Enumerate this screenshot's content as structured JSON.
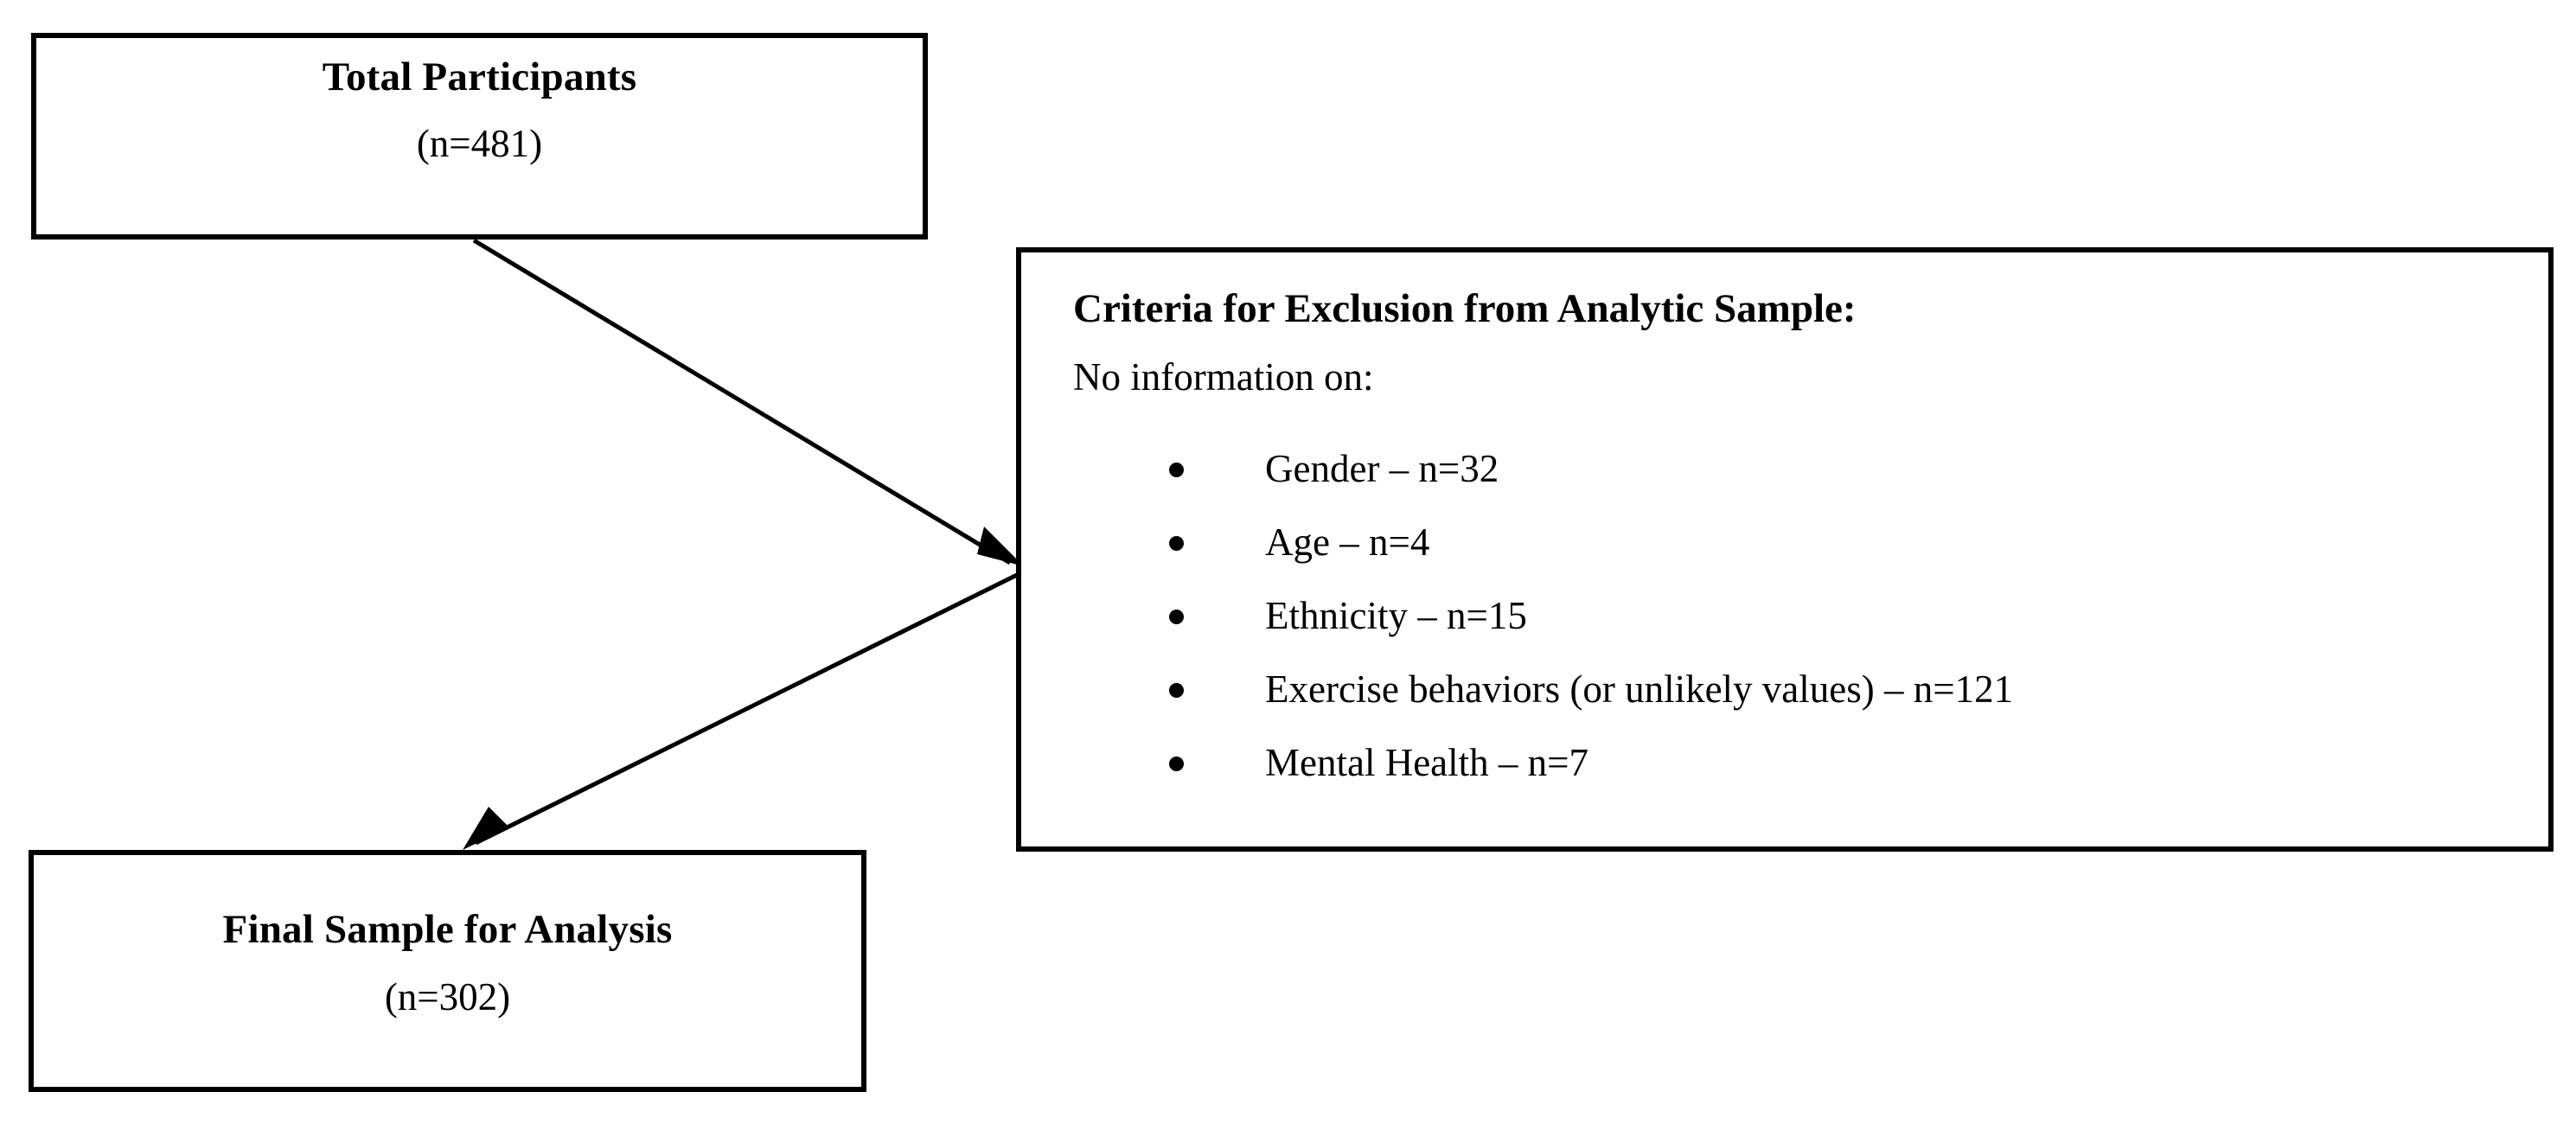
{
  "diagram": {
    "type": "participant-flow-chart",
    "background_color": "#ffffff",
    "line_color": "#000000",
    "boxes": {
      "total_participants": {
        "title": "Total Participants",
        "count": "(n=481)"
      },
      "final_sample": {
        "title": "Final Sample for Analysis",
        "count": "(n=302)"
      },
      "exclusion_criteria": {
        "heading": "Criteria for Exclusion from Analytic Sample:",
        "subheading": "No information on:",
        "items": [
          {
            "label": "Gender",
            "dash": "–",
            "count": "n=32",
            "text": "Gender – n=32"
          },
          {
            "label": "Age",
            "dash": "–",
            "count": "n=4",
            "text": "Age – n=4"
          },
          {
            "label": "Ethnicity",
            "dash": "–",
            "count": "n=15",
            "text": "Ethnicity – n=15"
          },
          {
            "label": "Exercise behaviors (or unlikely values)",
            "dash": "–",
            "count": "n=121",
            "text": "Exercise behaviors (or unlikely values) – n=121"
          },
          {
            "label": "Mental Health",
            "dash": "–",
            "count": "n=7",
            "text": "Mental Health – n=7"
          }
        ]
      }
    },
    "connectors": [
      {
        "name": "total-to-exclusion",
        "from": "total_participants",
        "to": "exclusion_criteria",
        "arrowhead": "end"
      },
      {
        "name": "exclusion-to-final",
        "from": "exclusion_criteria",
        "to": "final_sample",
        "arrowhead": "end"
      }
    ]
  }
}
